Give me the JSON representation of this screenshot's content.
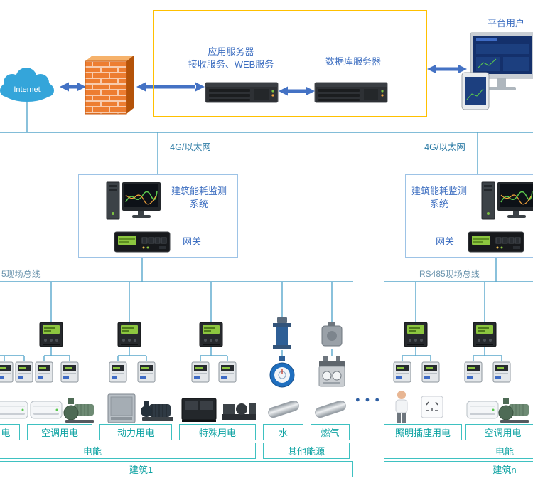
{
  "colors": {
    "arrow_blue": "#4472C4",
    "line_blue": "#58A7CC",
    "teal": "#0FA3A3",
    "yellow_border": "#FFC000",
    "monitor_box_border": "#9DC3E6"
  },
  "top": {
    "internet_label": "Internet",
    "app_server_title": "应用服务器",
    "app_server_subtitle": "接收服务、WEB服务",
    "db_server_title": "数据库服务器",
    "platform_user_label": "平台用户"
  },
  "network": {
    "left_link_label": "4G/以太网",
    "right_link_label": "4G/以太网",
    "left_fieldbus_label": "5现场总线",
    "right_fieldbus_label": "RS485现场总线"
  },
  "stations": {
    "left": {
      "title_line1": "建筑能耗监测",
      "title_line2": "系统",
      "gateway_label": "网关"
    },
    "right": {
      "title_line1": "建筑能耗监测",
      "title_line2": "系统",
      "gateway_label": "网关"
    }
  },
  "building1": {
    "name": "建筑1",
    "electric_label": "电能",
    "other_label": "其他能源",
    "categories": {
      "partial": "电",
      "hvac": "空调用电",
      "power": "动力用电",
      "special": "特殊用电",
      "water": "水",
      "gas": "燃气"
    }
  },
  "buildingN": {
    "name": "建筑n",
    "electric_label": "电能",
    "categories": {
      "lighting": "照明插座用电",
      "hvac": "空调用电"
    }
  },
  "ellipsis": "● ● ●"
}
